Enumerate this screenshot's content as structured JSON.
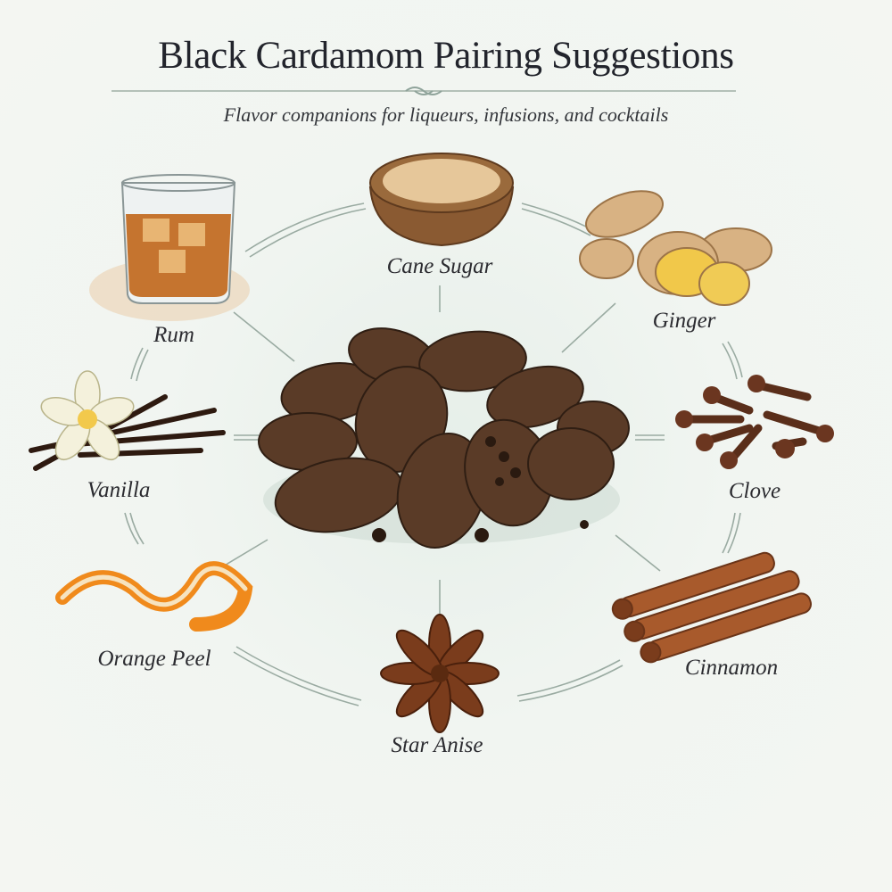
{
  "header": {
    "title": "Black Cardamom Pairing Suggestions",
    "subtitle": "Flavor companions for liqueurs, infusions, and cocktails"
  },
  "center": {
    "icon": "black-cardamom-pods-icon"
  },
  "pairings": [
    {
      "label": "Cane Sugar",
      "icon": "sugar-bowl-icon"
    },
    {
      "label": "Ginger",
      "icon": "ginger-root-icon"
    },
    {
      "label": "Clove",
      "icon": "clove-icon"
    },
    {
      "label": "Cinnamon",
      "icon": "cinnamon-stick-icon"
    },
    {
      "label": "Star Anise",
      "icon": "star-anise-icon"
    },
    {
      "label": "Orange Peel",
      "icon": "orange-peel-icon"
    },
    {
      "label": "Vanilla",
      "icon": "vanilla-flower-icon"
    },
    {
      "label": "Rum",
      "icon": "rum-glass-icon"
    }
  ],
  "colors": {
    "connector": "#8fa39a",
    "pod": "#4a3222",
    "title": "#22242c"
  }
}
